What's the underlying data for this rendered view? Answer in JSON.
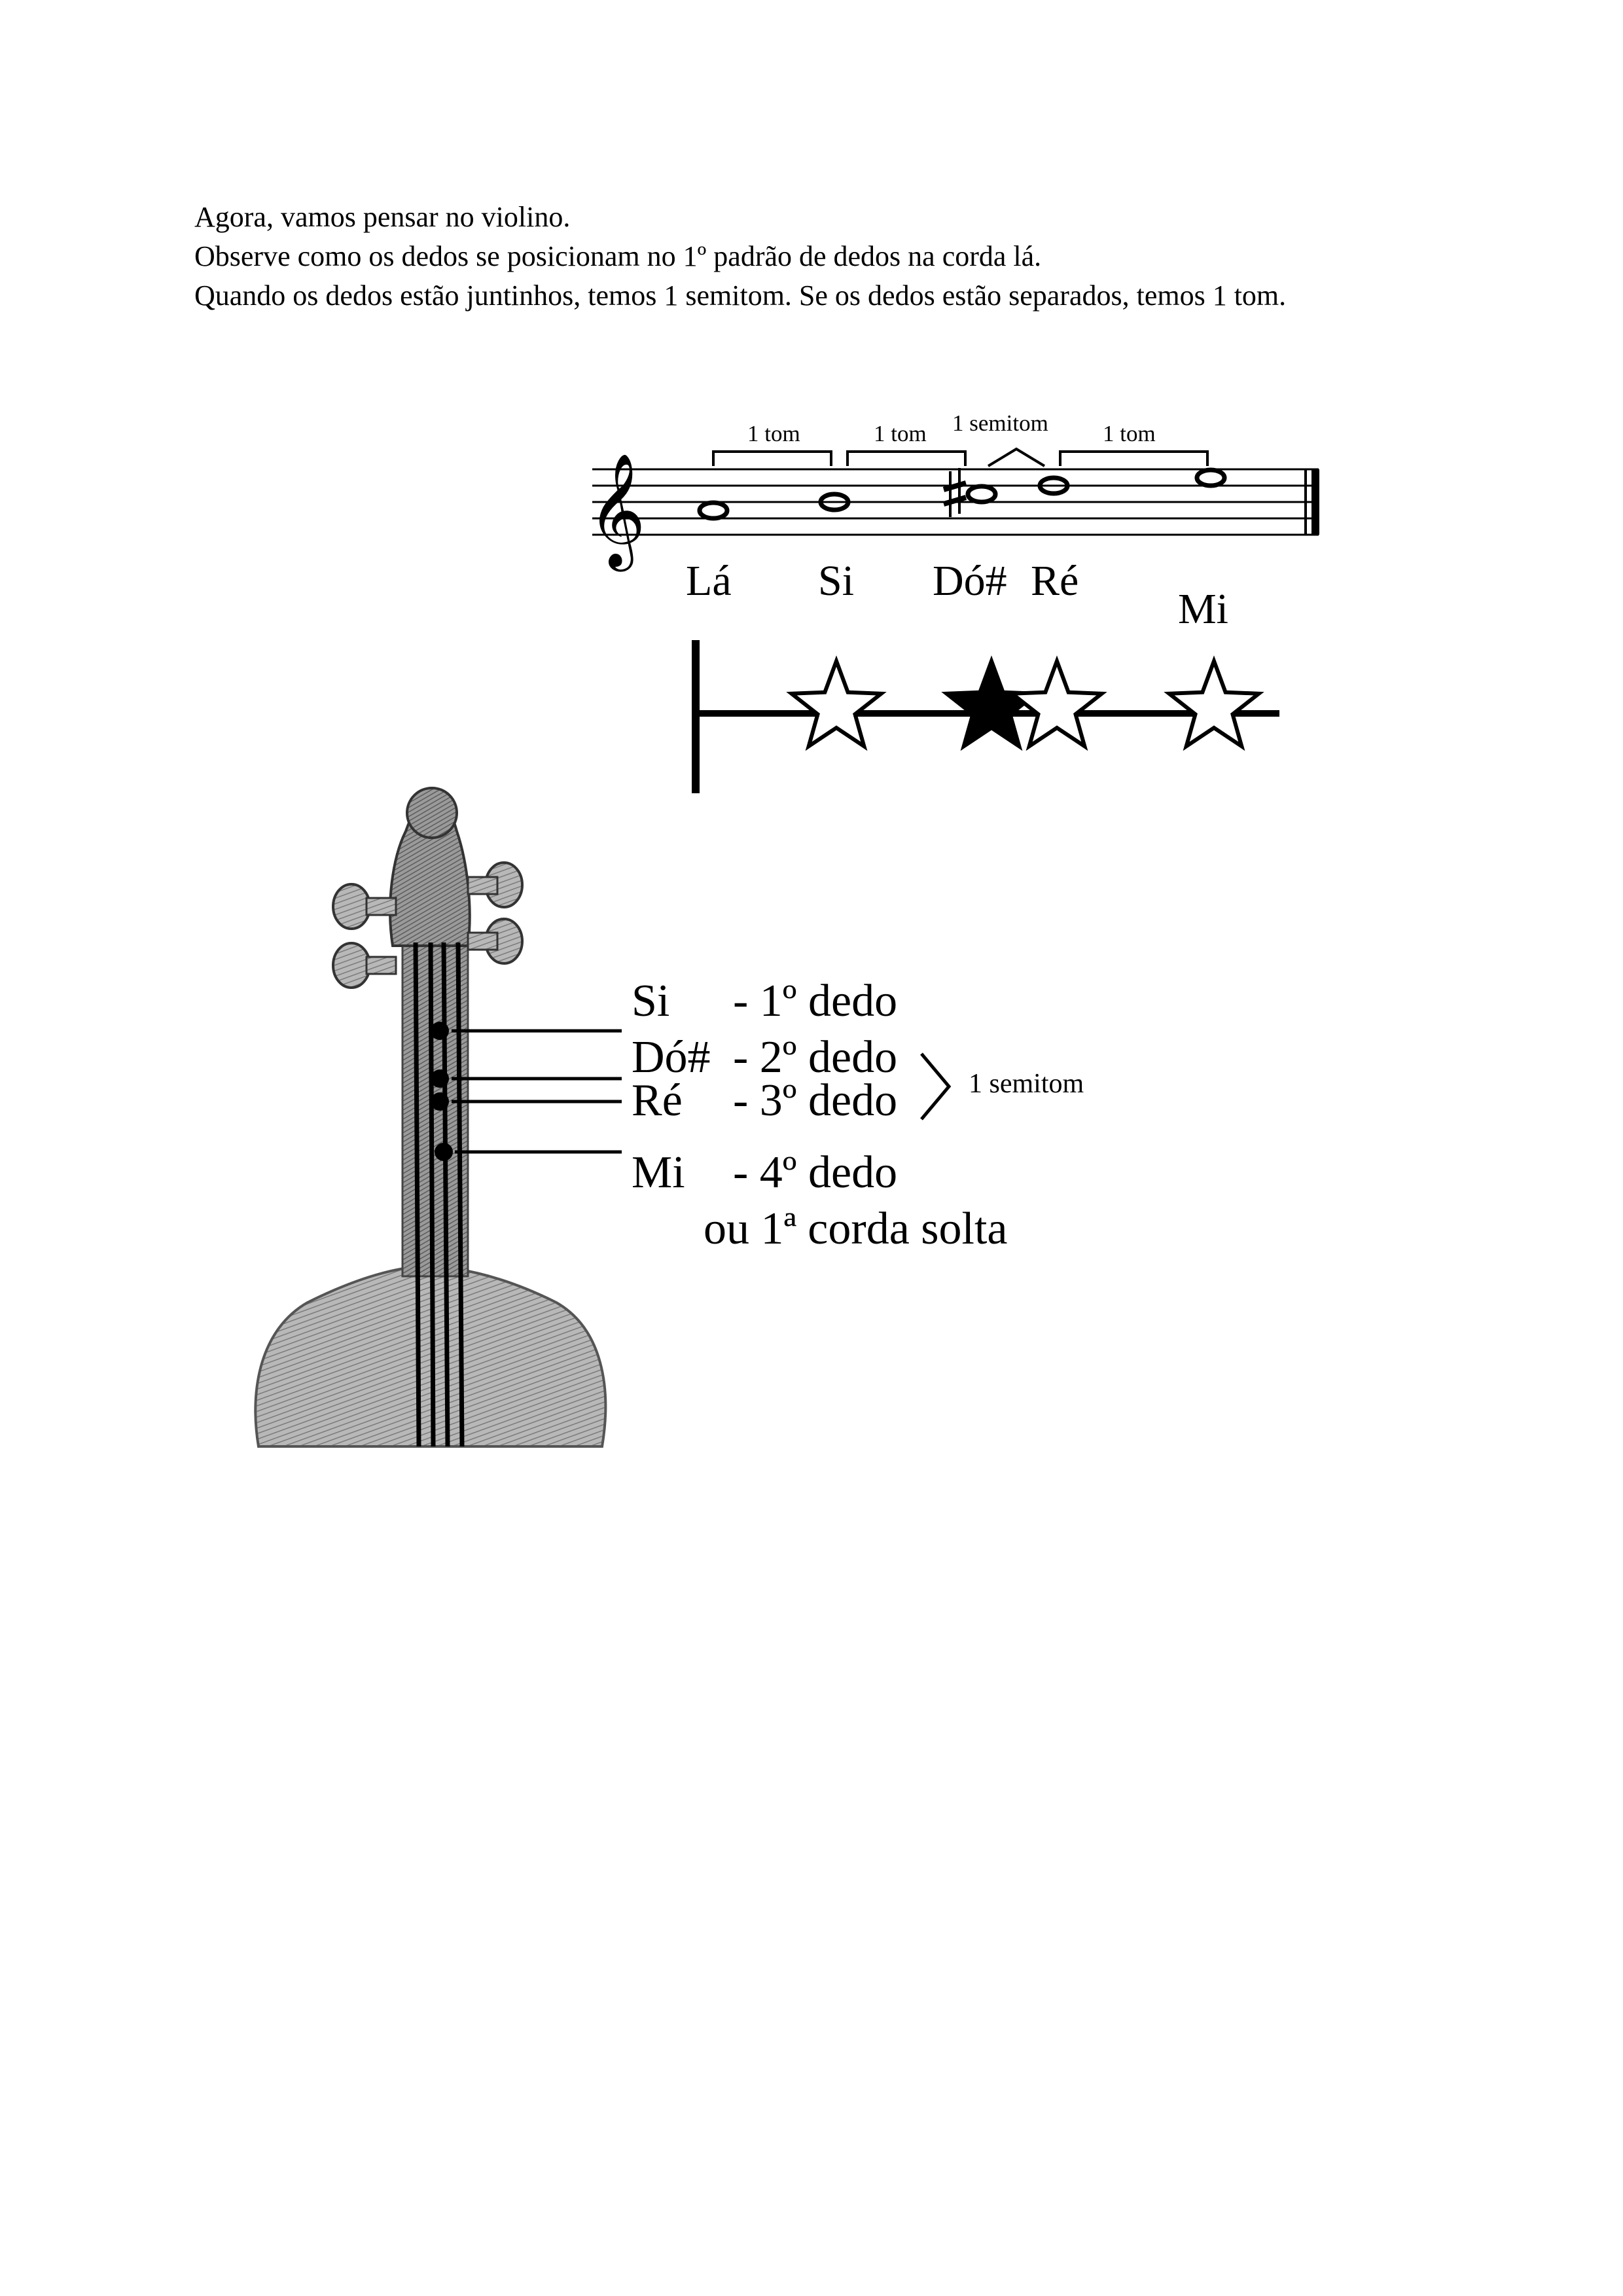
{
  "intro": {
    "line1": "Agora, vamos pensar no violino.",
    "line2": "Observe como os dedos se posicionam no 1º padrão de dedos na corda lá.",
    "line3": "Quando os dedos estão juntinhos, temos 1 semitom. Se os dedos estão separados, temos 1 tom."
  },
  "staff": {
    "intervals": [
      "1 tom",
      "1 tom",
      "1 semitom",
      "1 tom"
    ],
    "notes": [
      "Lá",
      "Si",
      "Dó#",
      "Ré",
      "Mi"
    ]
  },
  "fingerboard": {
    "stars": [
      "open",
      "open",
      "filled",
      "open",
      "open"
    ]
  },
  "fingers": [
    {
      "note": "Si",
      "finger": "- 1º dedo"
    },
    {
      "note": "Dó#",
      "finger": "- 2º dedo"
    },
    {
      "note": "Ré",
      "finger": "- 3º dedo"
    },
    {
      "note": "Mi",
      "finger": "- 4º dedo"
    }
  ],
  "open_string": "ou 1ª corda solta",
  "semitone_bracket": "1 semitom"
}
